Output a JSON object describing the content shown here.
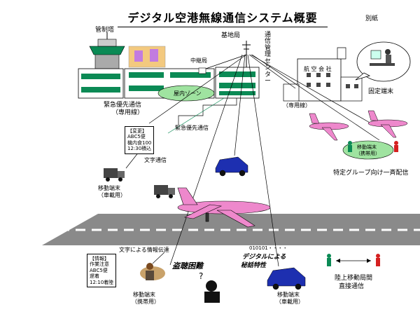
{
  "title": "デジタル空港無線通信システム概要",
  "appendix": "別紙",
  "labels": {
    "control_tower": "管制塔",
    "base_station": "基地局",
    "comm_center": "通信管理センター",
    "relay_station": "中継局",
    "indoor_zone": "屋内ゾーン",
    "emergency_line": "緊急優先通信",
    "dedicated_line_paren": "（専用線）",
    "dedicated_line_right": "（専用線）",
    "emergency_comm": "緊急優先通信",
    "airline": "航 空 会 社",
    "fixed_terminal": "固定端末",
    "mobile_portable_right": "移動端末",
    "portable_paren_right": "（携帯用）",
    "group_broadcast": "特定グループ向け一斉配信",
    "text_comm": "文字通信",
    "mobile_vehicle_left": "移動端末",
    "vehicle_paren_left": "（車載用）",
    "text_info": "文字による情報伝達",
    "eavesdrop": "盗聴困難",
    "digital_line1": "デジタルによる",
    "digital_line2": "秘話特性",
    "binary": "010101・・・・",
    "mobile_portable_bottom": "移動端末",
    "portable_paren_bottom": "（携帯用）",
    "mobile_vehicle_bottom": "移動端末",
    "vehicle_paren_bottom": "（車載用）",
    "land_mobile_line1": "陸上移動局間",
    "land_mobile_line2": "直接通信"
  },
  "notes": {
    "change_box": [
      "【変更】",
      "ABC5便",
      "機内食100",
      "12:30積込"
    ],
    "info_box": [
      "【情報】",
      "作業注意",
      "ABC5便",
      "遅着",
      "12:10着陸"
    ]
  },
  "colors": {
    "window_green": "#0b8a55",
    "plane_pink": "#ee88cc",
    "car_blue": "#1d2fb0",
    "zone_green": "#9fe3a0",
    "runway": "#8a8a8a"
  }
}
